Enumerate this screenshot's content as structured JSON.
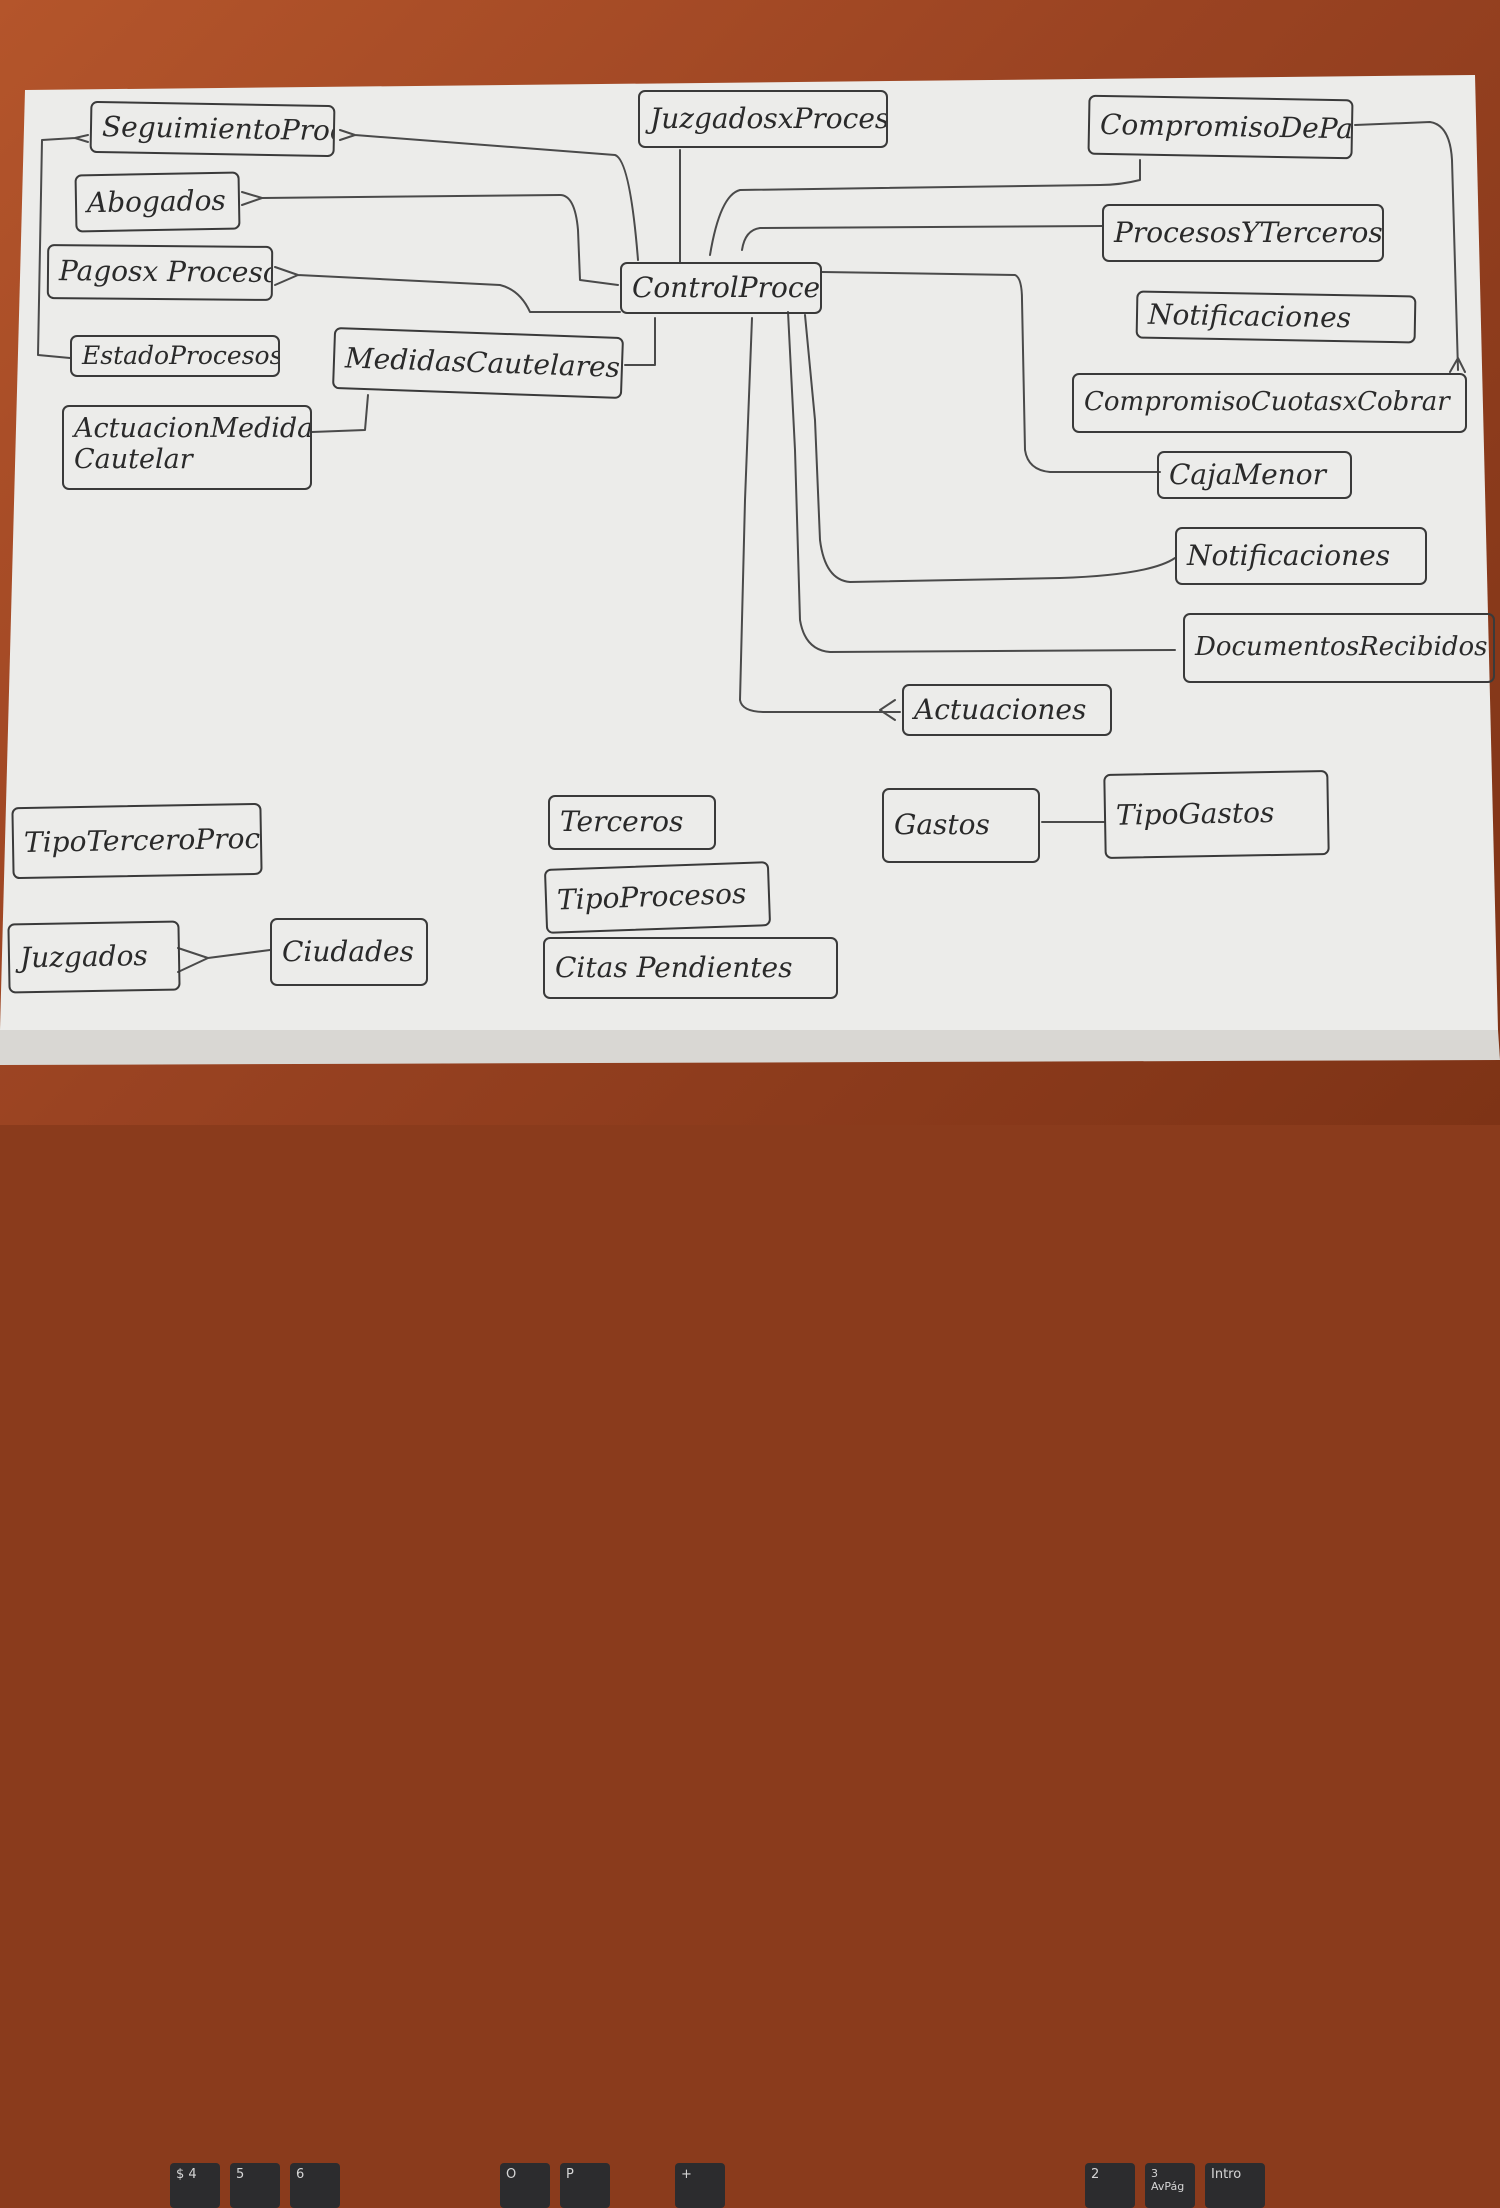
{
  "diagram": {
    "center": "ControlProcesos",
    "entities": {
      "seguimiento": "SeguimientoProcesos",
      "juzgados_x_proceso": "JuzgadosxProceso",
      "compromiso_de_pago": "CompromisoDePago",
      "abogados": "Abogados",
      "procesos_y_terceros": "ProcesosYTerceros",
      "pagos_x_procesos": "Pagosx Procesos",
      "notificaciones_1": "Notificaciones",
      "estado_procesos": "EstadoProcesos",
      "medidas_cautelares": "MedidasCautelares",
      "compromiso_cuotas": "CompromisoCuotasxCobrar",
      "actuacion_medida_line1": "ActuacionMedida",
      "actuacion_medida_line2": "Cautelar",
      "caja_menor": "CajaMenor",
      "notificaciones_2": "Notificaciones",
      "documentos_recibidos": "DocumentosRecibidos",
      "actuaciones": "Actuaciones",
      "tipo_tercero_proc": "TipoTerceroProc",
      "terceros": "Terceros",
      "gastos": "Gastos",
      "tipo_gastos": "TipoGastos",
      "tipo_procesos": "TipoProcesos",
      "juzgados": "Juzgados",
      "ciudades": "Ciudades",
      "citas_pendientes": "Citas Pendientes"
    }
  },
  "keyboard": {
    "keys": [
      "$ 4",
      "5",
      "6",
      "O",
      "P",
      "+",
      "2",
      "3 AvPág",
      "Intro"
    ]
  },
  "colors": {
    "paper": "#ececea",
    "ink": "#3a3a3a",
    "desk": "#9a4322",
    "keys": "#2c2c2e"
  }
}
